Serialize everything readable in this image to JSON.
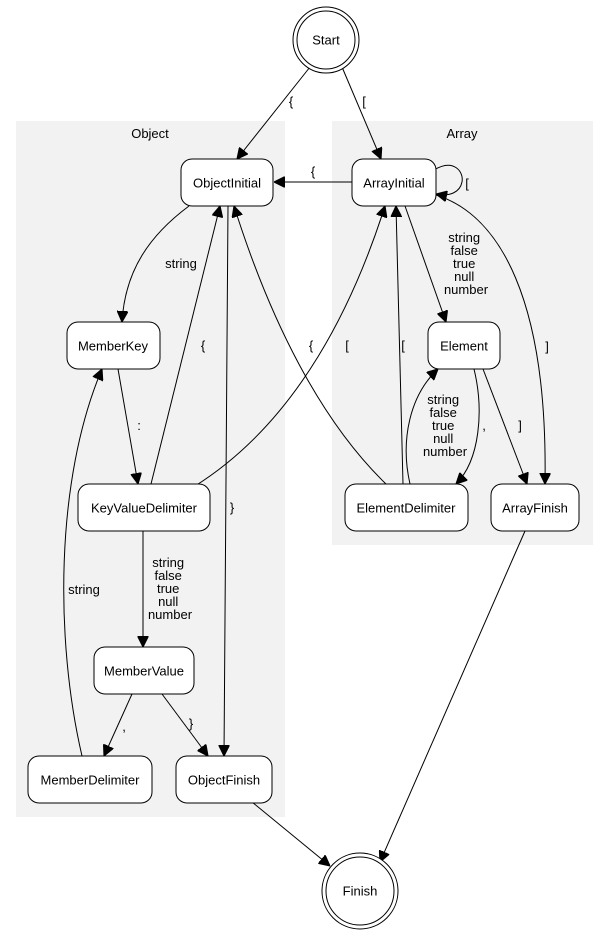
{
  "clusters": {
    "object": {
      "label": "Object"
    },
    "array": {
      "label": "Array"
    }
  },
  "nodes": {
    "start": "Start",
    "finish": "Finish",
    "object_initial": "ObjectInitial",
    "member_key": "MemberKey",
    "key_value_delimiter": "KeyValueDelimiter",
    "member_value": "MemberValue",
    "member_delimiter": "MemberDelimiter",
    "object_finish": "ObjectFinish",
    "array_initial": "ArrayInitial",
    "element": "Element",
    "element_delimiter": "ElementDelimiter",
    "array_finish": "ArrayFinish"
  },
  "edges": {
    "start_to_object_initial": "{",
    "start_to_array_initial": "[",
    "array_initial_to_object_initial": "{",
    "array_initial_self": "[",
    "array_initial_to_element": [
      "string",
      "false",
      "true",
      "null",
      "number"
    ],
    "array_initial_to_array_finish": "]",
    "object_initial_to_member_key": "string",
    "object_initial_to_object_finish": "}",
    "member_key_to_key_value_delimiter": ":",
    "key_value_delimiter_to_object_initial": "{",
    "key_value_delimiter_to_array_initial": "[",
    "key_value_delimiter_to_member_value": [
      "string",
      "false",
      "true",
      "null",
      "number"
    ],
    "member_value_to_member_delimiter": ",",
    "member_value_to_object_finish": "}",
    "member_delimiter_to_member_key": "string",
    "element_to_element_delimiter": ",",
    "element_to_array_finish": "]",
    "element_delimiter_to_element": [
      "string",
      "false",
      "true",
      "null",
      "number"
    ],
    "element_delimiter_to_object_initial": "{",
    "element_delimiter_to_array_initial": "["
  }
}
